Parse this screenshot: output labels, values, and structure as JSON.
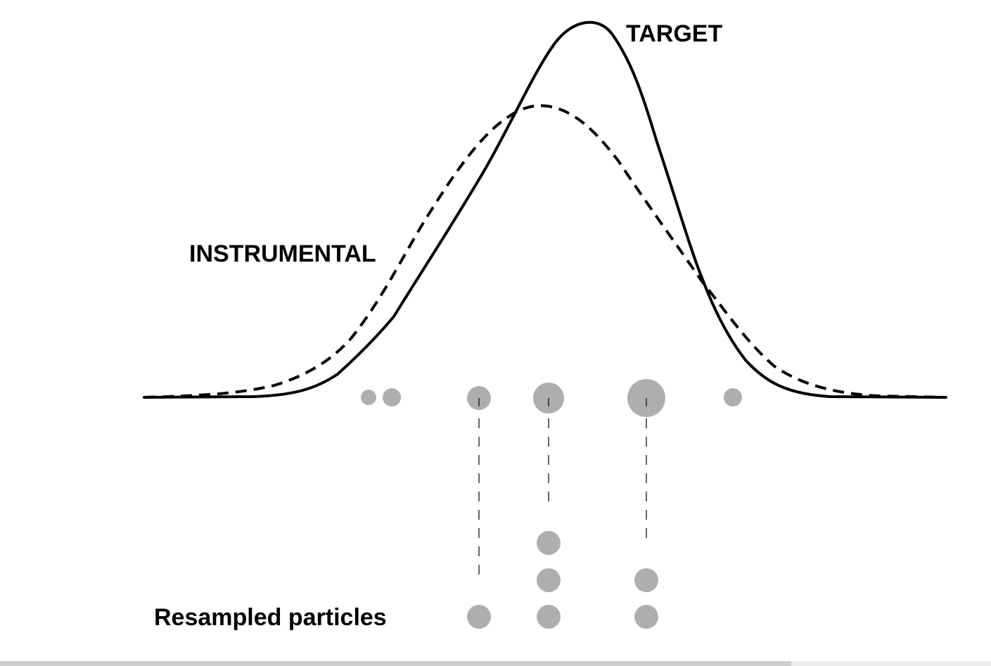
{
  "labels": {
    "target": "TARGET",
    "instrumental": "INSTRUMENTAL",
    "resampled": "Resampled particles"
  },
  "colors": {
    "curve": "#000000",
    "particle": "#aeaeae",
    "background": "#ffffff"
  },
  "curves": [
    {
      "name": "target",
      "style": "solid"
    },
    {
      "name": "instrumental",
      "style": "dashed"
    }
  ],
  "weighted_particles": [
    {
      "weight": 0.3
    },
    {
      "weight": 0.4
    },
    {
      "weight": 0.55,
      "resampled_copies": 1
    },
    {
      "weight": 0.95,
      "resampled_copies": 3
    },
    {
      "weight": 1.35,
      "resampled_copies": 2
    },
    {
      "weight": 0.35
    }
  ]
}
